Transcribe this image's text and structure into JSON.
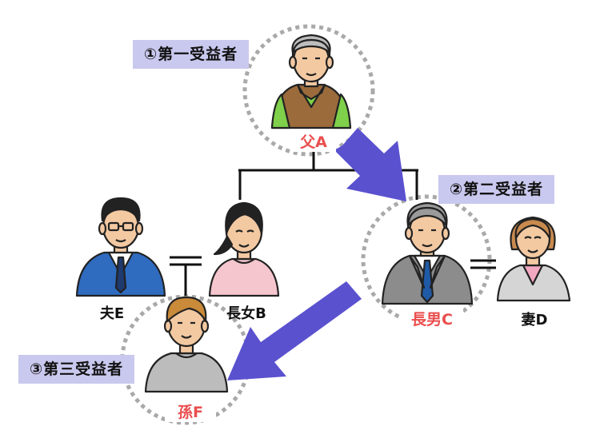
{
  "labels": {
    "first_beneficiary": "①第一受益者",
    "second_beneficiary": "②第二受益者",
    "third_beneficiary": "③第三受益者"
  },
  "people": {
    "father": "父A",
    "eldest_son": "長男C",
    "grandchild": "孫F",
    "eldest_daughter": "長女B",
    "husband": "夫E",
    "wife": "妻D"
  },
  "colors": {
    "arrow": "#5a51cf",
    "tag_bg": "#c9c8ee",
    "highlight_text": "#ea4e4e",
    "dashed_circle": "#a9a9a9"
  }
}
